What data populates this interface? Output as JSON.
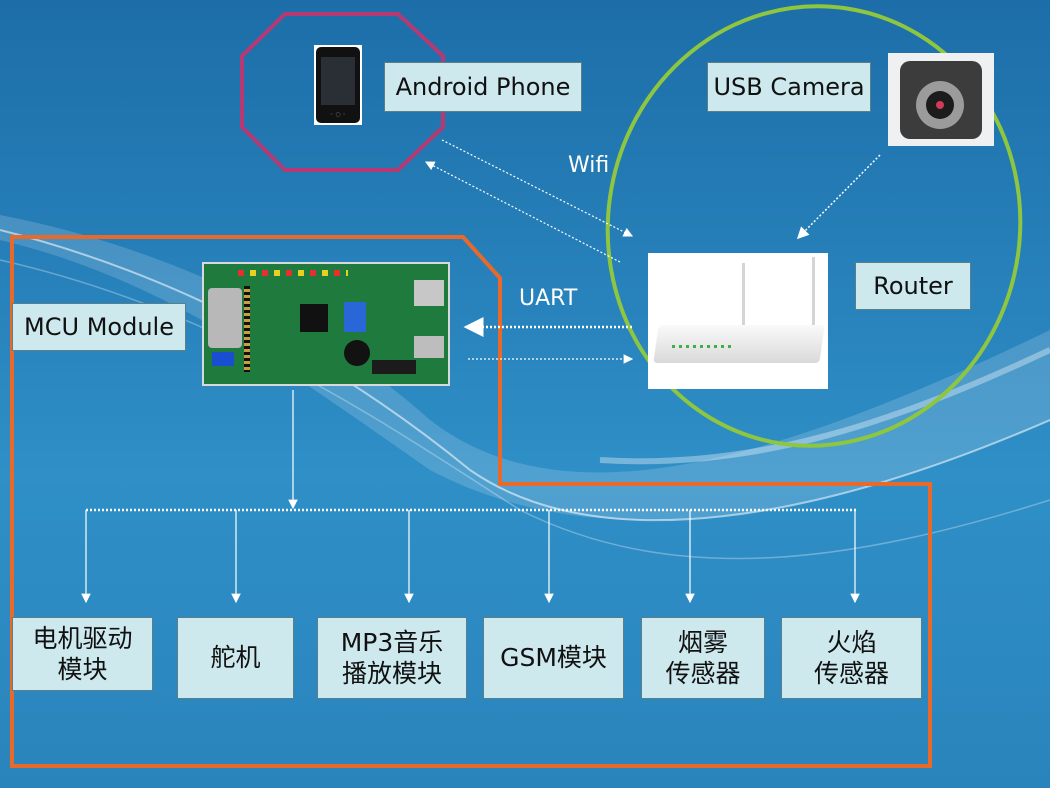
{
  "labels": {
    "android_phone": "Android Phone",
    "usb_camera": "USB Camera",
    "router": "Router",
    "mcu_module": "MCU Module",
    "wifi": "Wifi",
    "uart": "UART"
  },
  "modules": [
    {
      "key": "motor",
      "label": "电机驱动\n模块"
    },
    {
      "key": "servo",
      "label": "舵机"
    },
    {
      "key": "mp3",
      "label": "MP3音乐\n播放模块"
    },
    {
      "key": "gsm",
      "label": "GSM模块"
    },
    {
      "key": "smoke",
      "label": "烟雾\n传感器"
    },
    {
      "key": "flame",
      "label": "火焰\n传感器"
    }
  ],
  "colors": {
    "phone_octagon": "#b53a74",
    "router_ellipse": "#8ec63f",
    "mcu_border": "#e8692a",
    "label_box": "#cde9ee",
    "arrow": "#ffffff"
  }
}
